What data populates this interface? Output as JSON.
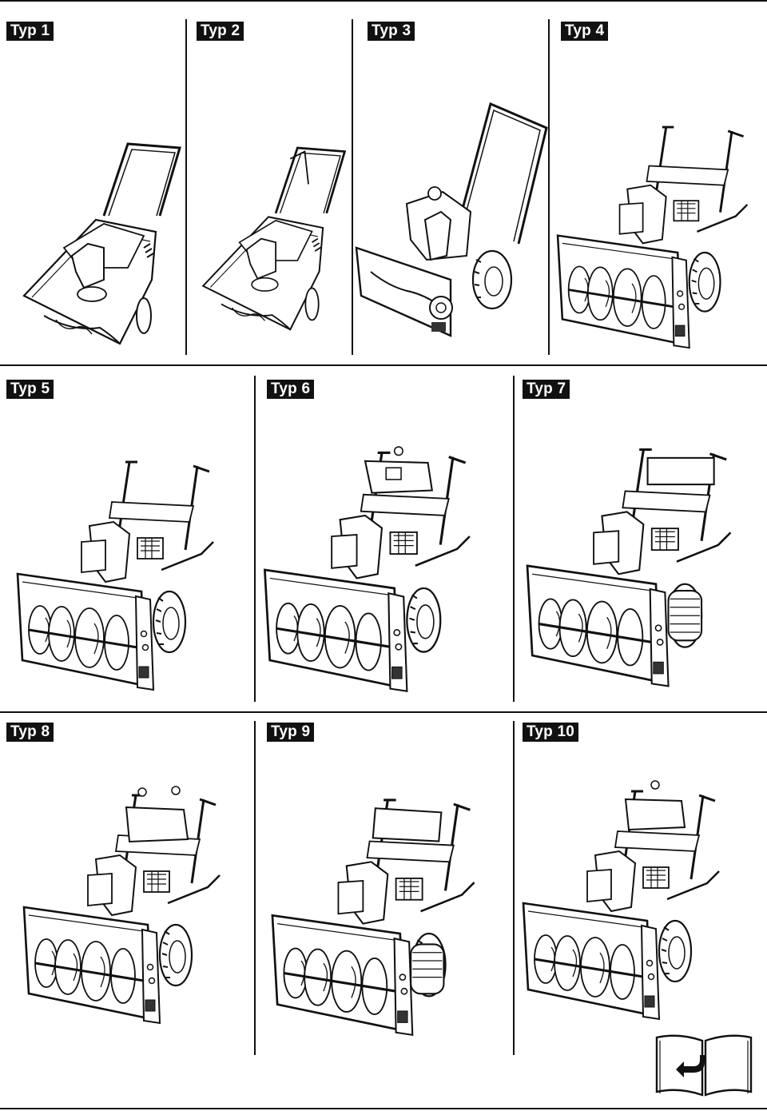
{
  "types": [
    {
      "label": "Typ 1",
      "icon": "single-stage-snowblower-drawing"
    },
    {
      "label": "Typ 2",
      "icon": "single-stage-snowblower-drawing"
    },
    {
      "label": "Typ 3",
      "icon": "compact-two-stage-snowblower-drawing"
    },
    {
      "label": "Typ 4",
      "icon": "two-stage-snowblower-drawing"
    },
    {
      "label": "Typ 5",
      "icon": "two-stage-snowblower-drawing"
    },
    {
      "label": "Typ 6",
      "icon": "two-stage-snowblower-drawing"
    },
    {
      "label": "Typ 7",
      "icon": "tracked-two-stage-snowblower-drawing"
    },
    {
      "label": "Typ 8",
      "icon": "two-stage-snowblower-drawing"
    },
    {
      "label": "Typ 9",
      "icon": "tracked-two-stage-snowblower-drawing"
    },
    {
      "label": "Typ 10",
      "icon": "two-stage-snowblower-drawing"
    }
  ],
  "footer_icon": "turn-page-book-icon"
}
